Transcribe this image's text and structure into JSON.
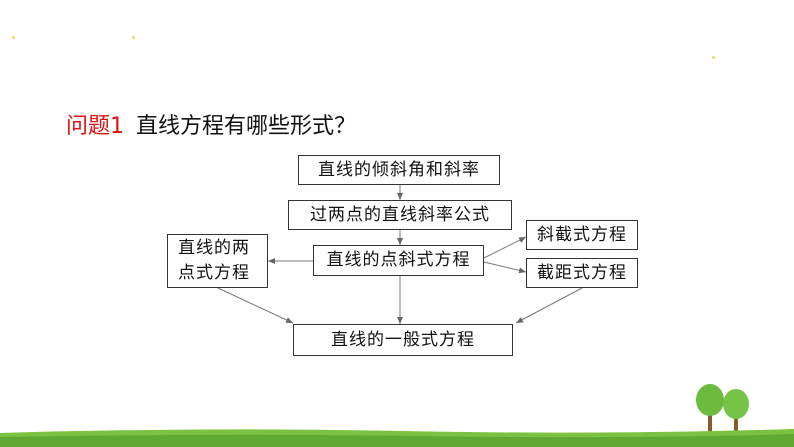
{
  "question": {
    "number": "问题1",
    "text": "直线方程有哪些形式？"
  },
  "diagram": {
    "box_slope": "直线的倾斜角和斜率",
    "box_two_point_slope": "过两点的直线斜率公式",
    "box_point_slope": "直线的点斜式方程",
    "box_two_point_line1": "直线的两",
    "box_two_point_line2": "点式方程",
    "box_slope_intercept": "斜截式方程",
    "box_intercept": "截距式方程",
    "box_general": "直线的一般式方程"
  },
  "colors": {
    "accent": "#e01010",
    "grass": "#7cc242",
    "tree": "#6dbb3c",
    "trunk": "#8b5a2b"
  }
}
